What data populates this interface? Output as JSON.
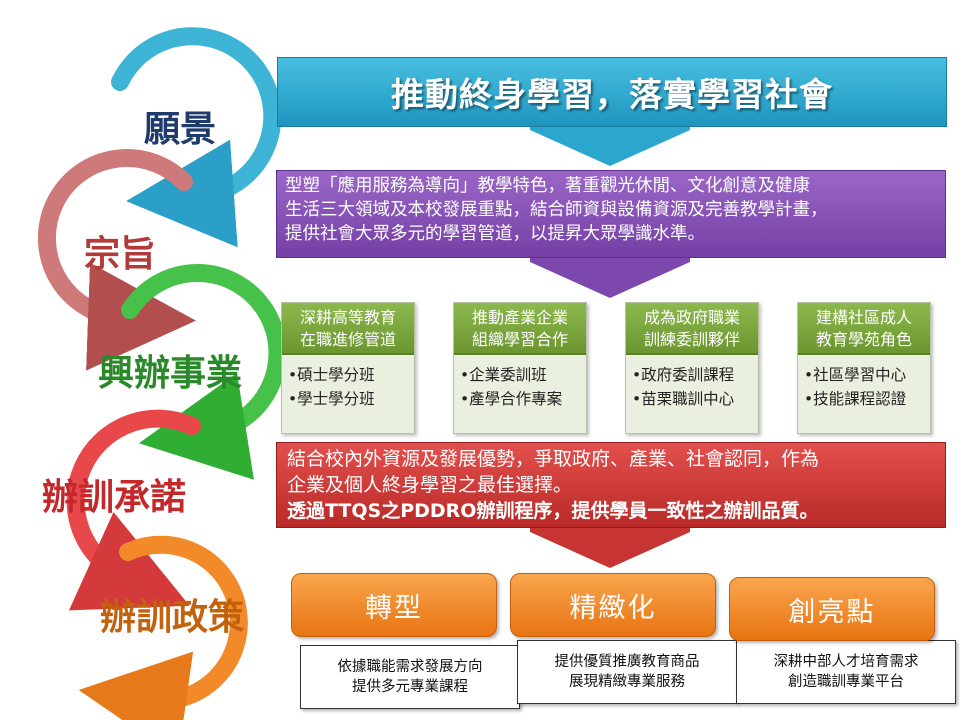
{
  "labels": {
    "vision": "願景",
    "purpose": "宗旨",
    "business": "興辦事業",
    "commitment": "辦訓承諾",
    "policy": "辦訓政策"
  },
  "vision_text": "推動終身學習，落實學習社會",
  "purpose_lines": [
    "型塑「應用服務為導向」教學特色，著重觀光休閒、文化創意及健康",
    "生活三大領域及本校發展重點，結合師資與設備資源及完善教學計畫，",
    "提供社會大眾多元的學習管道，以提昇大眾學識水準。"
  ],
  "business": [
    {
      "title_lines": [
        "深耕高等教育",
        "在職進修管道"
      ],
      "items": [
        "•碩士學分班",
        "•學士學分班"
      ]
    },
    {
      "title_lines": [
        "推動產業企業",
        "組織學習合作"
      ],
      "items": [
        "•企業委訓班",
        "•產學合作專案"
      ]
    },
    {
      "title_lines": [
        "成為政府職業",
        "訓練委訓夥伴"
      ],
      "items": [
        "•政府委訓課程",
        "•苗栗職訓中心"
      ]
    },
    {
      "title_lines": [
        "建構社區成人",
        "教育學苑角色"
      ],
      "items": [
        "•社區學習中心",
        "•技能課程認證"
      ]
    }
  ],
  "commitment_lines": [
    "結合校內外資源及發展優勢，爭取政府、產業、社會認同，作為",
    "企業及個人終身學習之最佳選擇。",
    "透過TTQS之PDDRO辦訓程序，提供學員一致性之辦訓品質。"
  ],
  "policies": [
    {
      "name": "轉型",
      "desc_lines": [
        "依據職能需求發展方向",
        "提供多元專業課程"
      ]
    },
    {
      "name": "精緻化",
      "desc_lines": [
        "提供優質推廣教育商品",
        "展現精緻專業服務"
      ]
    },
    {
      "name": "創亮點",
      "desc_lines": [
        "深耕中部人才培育需求",
        "創造職訓專業平台"
      ]
    }
  ],
  "colors": {
    "vision": "#2aa6cf",
    "purpose": "#8855b8",
    "business": "#7cab3c",
    "commitment": "#d03a37",
    "policy": "#f08a22",
    "ring_vision": "#3db3d6",
    "ring_purpose": "#c76a6a",
    "ring_business": "#46c24a",
    "ring_commitment": "#e8484a",
    "ring_policy": "#f28a2a"
  }
}
